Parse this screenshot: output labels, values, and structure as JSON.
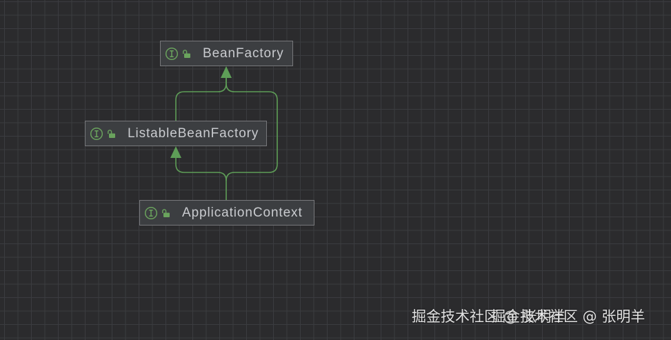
{
  "colors": {
    "canvas_background": "#2b2b2d",
    "grid_line": "#3b3c40",
    "node_fill": "#3c3e41",
    "node_border": "#77787b",
    "node_label": "#c9cbcf",
    "icon_green": "#6aa35d",
    "edge_green": "#5e9e57",
    "watermark": "#f2f2f2"
  },
  "diagram": {
    "nodes": [
      {
        "label": "BeanFactory",
        "type_icon": "interface-icon",
        "visibility_icon": "public-visibility-icon"
      },
      {
        "label": "ListableBeanFactory",
        "type_icon": "interface-icon",
        "visibility_icon": "public-visibility-icon"
      },
      {
        "label": "ApplicationContext",
        "type_icon": "interface-icon",
        "visibility_icon": "public-visibility-icon"
      }
    ]
  },
  "watermark": {
    "layer_1": "掘金技术社区 @ 张明羊",
    "layer_2": "掘金技术社区 @ 张明羊"
  }
}
